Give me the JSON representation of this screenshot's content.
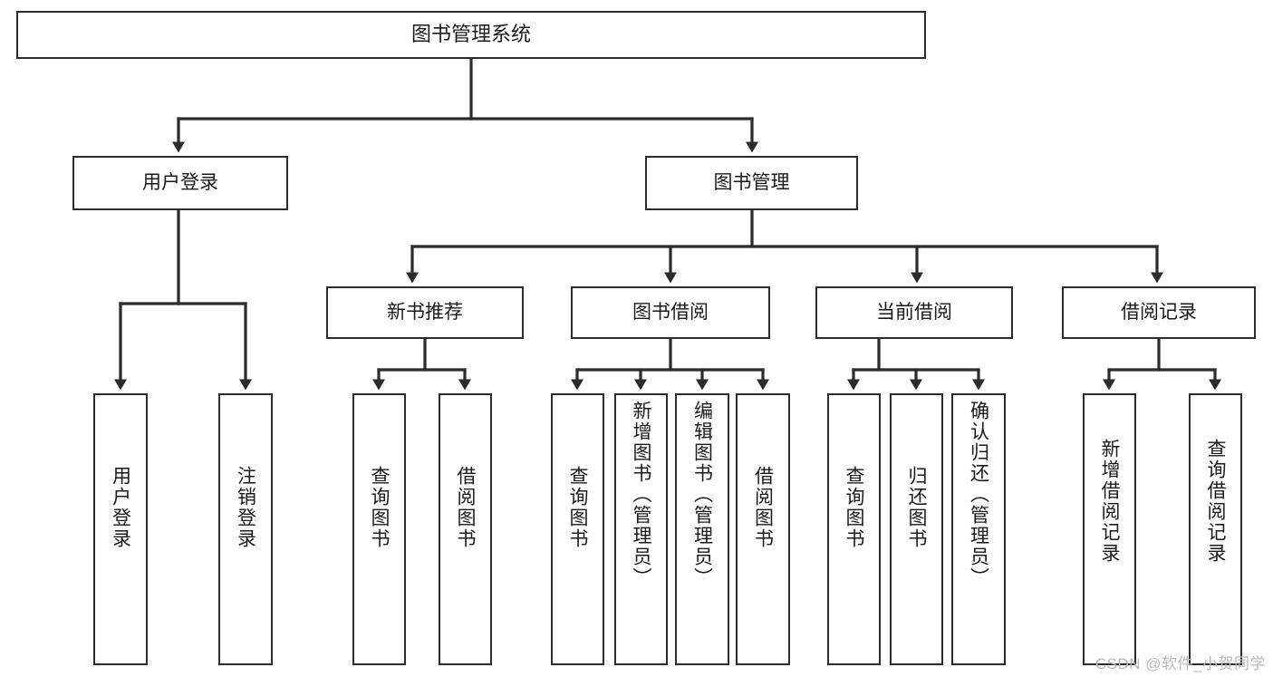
{
  "diagram": {
    "type": "tree-hierarchy-diagram",
    "title": "图书管理系统",
    "watermark": "CSDN @软件_小贺同学",
    "colors": {
      "border": "#2b2b2b",
      "fill": "#ffffff",
      "text": "#1a1a1a",
      "watermark": "#b9b9b9"
    },
    "nodes": {
      "root": {
        "label": "图书管理系统"
      },
      "level1": [
        {
          "label": "用户登录"
        },
        {
          "label": "图书管理"
        }
      ],
      "level2": [
        {
          "label": "新书推荐"
        },
        {
          "label": "图书借阅"
        },
        {
          "label": "当前借阅"
        },
        {
          "label": "借阅记录"
        }
      ],
      "leaves": {
        "user_login": [
          {
            "label": "用户登录"
          },
          {
            "label": "注销登录"
          }
        ],
        "new_book": [
          {
            "label": "查询图书"
          },
          {
            "label": "借阅图书"
          }
        ],
        "book_borrow": [
          {
            "label": "查询图书"
          },
          {
            "label": "新增图书（管理员）"
          },
          {
            "label": "编辑图书（管理员）"
          },
          {
            "label": "借阅图书"
          }
        ],
        "current_borrow": [
          {
            "label": "查询图书"
          },
          {
            "label": "归还图书"
          },
          {
            "label": "确认归还（管理员）"
          }
        ],
        "borrow_record": [
          {
            "label": "新增借阅记录"
          },
          {
            "label": "查询借阅记录"
          }
        ]
      }
    },
    "edges": [
      {
        "from": "图书管理系统",
        "to": "用户登录"
      },
      {
        "from": "图书管理系统",
        "to": "图书管理"
      },
      {
        "from": "图书管理",
        "to": "新书推荐"
      },
      {
        "from": "图书管理",
        "to": "图书借阅"
      },
      {
        "from": "图书管理",
        "to": "当前借阅"
      },
      {
        "from": "图书管理",
        "to": "借阅记录"
      },
      {
        "from": "用户登录",
        "to": "用户登录"
      },
      {
        "from": "用户登录",
        "to": "注销登录"
      },
      {
        "from": "新书推荐",
        "to": "查询图书"
      },
      {
        "from": "新书推荐",
        "to": "借阅图书"
      },
      {
        "from": "图书借阅",
        "to": "查询图书"
      },
      {
        "from": "图书借阅",
        "to": "新增图书（管理员）"
      },
      {
        "from": "图书借阅",
        "to": "编辑图书（管理员）"
      },
      {
        "from": "图书借阅",
        "to": "借阅图书"
      },
      {
        "from": "当前借阅",
        "to": "查询图书"
      },
      {
        "from": "当前借阅",
        "to": "归还图书"
      },
      {
        "from": "当前借阅",
        "to": "确认归还（管理员）"
      },
      {
        "from": "借阅记录",
        "to": "新增借阅记录"
      },
      {
        "from": "借阅记录",
        "to": "查询借阅记录"
      }
    ]
  }
}
